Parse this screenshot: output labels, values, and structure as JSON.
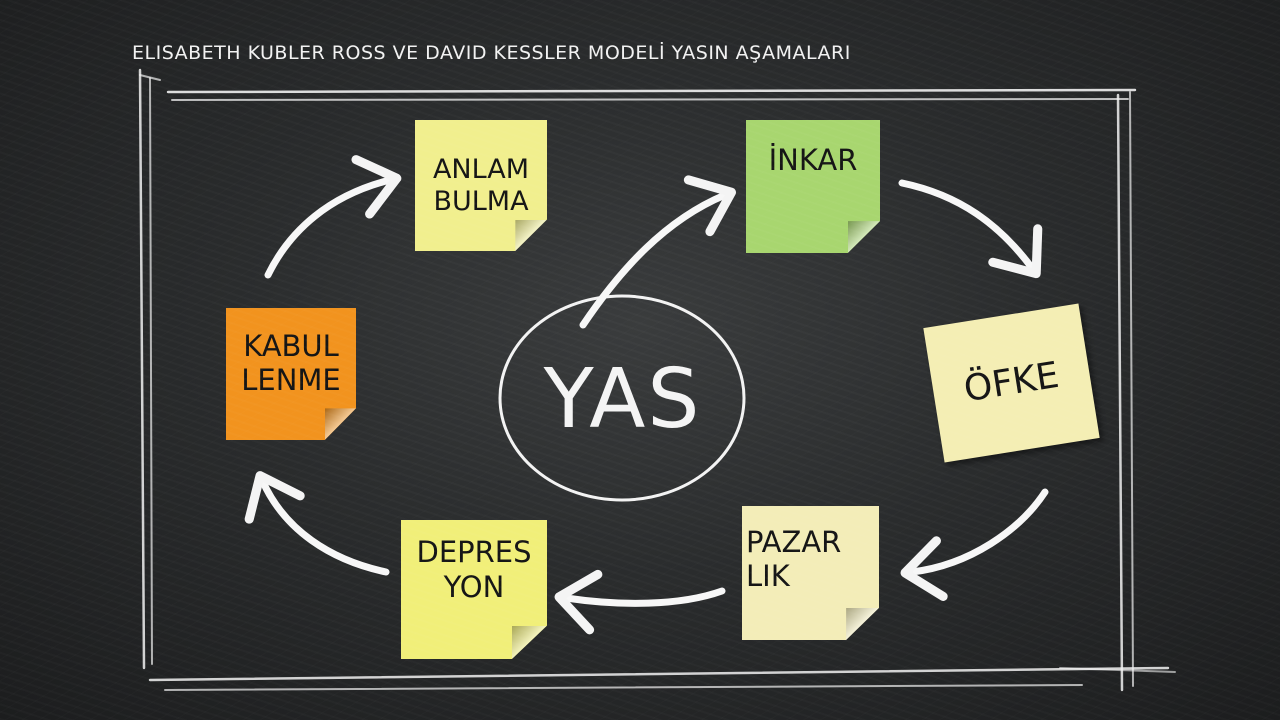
{
  "title": "ELISABETH KUBLER ROSS VE DAVID KESSLER MODELİ YASIN AŞAMALARI",
  "center": {
    "label": "YAS"
  },
  "stages": {
    "anlam": {
      "line1": "ANLAM",
      "line2": "BULMA",
      "color": "#f1ef8e"
    },
    "inkar": {
      "line1": "İNKAR",
      "color": "#a8d66f"
    },
    "ofke": {
      "line1": "ÖFKE",
      "color": "#f4eeb4"
    },
    "pazar": {
      "line1": "PAZAR",
      "line2": "LIK",
      "color": "#f3edb8"
    },
    "depres": {
      "line1": "DEPRES",
      "line2": "YON",
      "color": "#f1ef79"
    },
    "kabul": {
      "line1": "KABUL",
      "line2": "LENME",
      "color": "#f2931e"
    }
  },
  "colors": {
    "board": "#2a2c2d",
    "chalk": "#f4f4f4"
  }
}
